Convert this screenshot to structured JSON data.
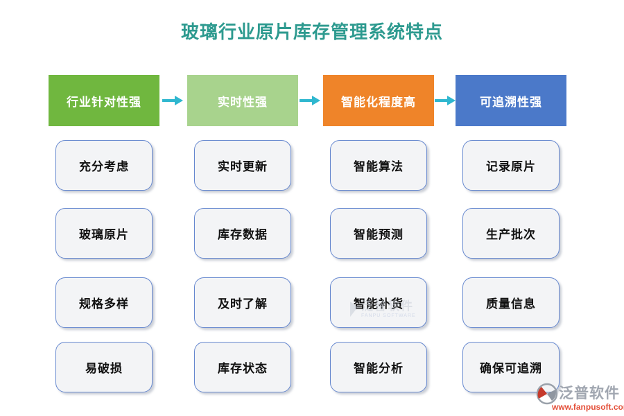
{
  "title": {
    "text": "玻璃行业原片库存管理系统特点"
  },
  "colors": {
    "title": "#2d9a8f",
    "arrow": "#2fb7cf",
    "item_border": "#6688cf",
    "item_fill": "#f3f4f6",
    "logo_url_red": "#e4503a"
  },
  "columns": [
    {
      "header": "行业针对性强",
      "color": "#70b73f",
      "items": [
        "充分考虑",
        "玻璃原片",
        "规格多样",
        "易破损"
      ]
    },
    {
      "header": "实时性强",
      "color": "#a8d38d",
      "items": [
        "实时更新",
        "库存数据",
        "及时了解",
        "库存状态"
      ]
    },
    {
      "header": "智能化程度高",
      "color": "#ef8429",
      "items": [
        "智能算法",
        "智能预测",
        "智能补货",
        "智能分析"
      ]
    },
    {
      "header": "可追溯性强",
      "color": "#4b79c9",
      "items": [
        "记录原片",
        "生产批次",
        "质量信息",
        "确保可追溯"
      ]
    }
  ],
  "watermark": {
    "text": "泛普软件",
    "subtext": "FANPU SOFTWARE"
  },
  "logo": {
    "name": "泛普软件",
    "url": "www.fanpusoft.com"
  }
}
